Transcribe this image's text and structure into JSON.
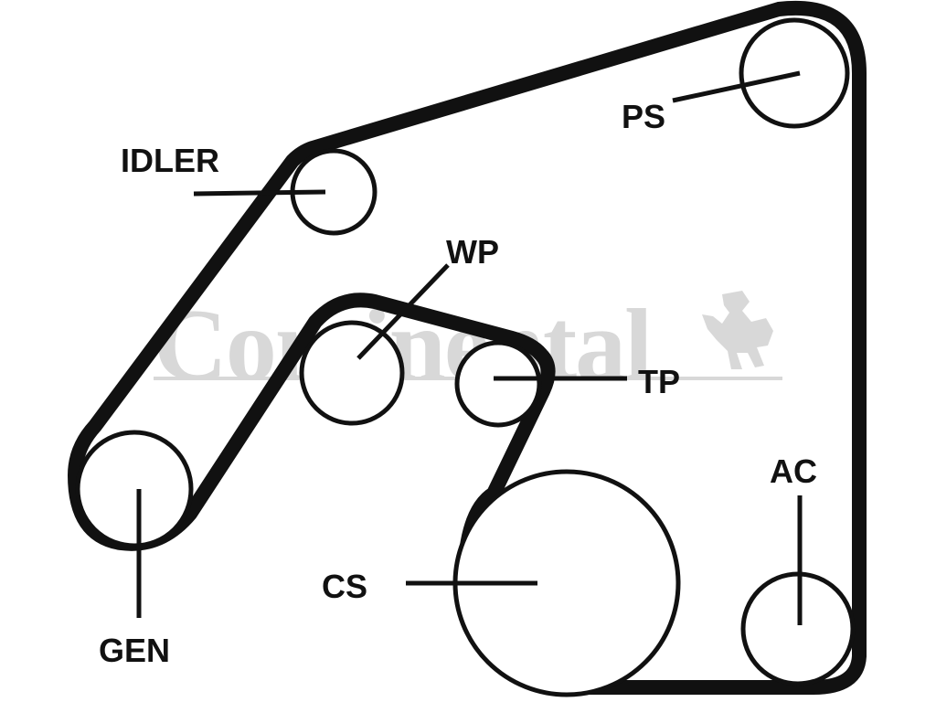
{
  "watermark": {
    "brand": "Continental"
  },
  "components": {
    "idler": "IDLER",
    "ps": "PS",
    "wp": "WP",
    "tp": "TP",
    "gen": "GEN",
    "cs": "CS",
    "ac": "AC"
  },
  "colors": {
    "belt": "#111111",
    "watermark": "#d8d8d8",
    "background": "#ffffff"
  }
}
